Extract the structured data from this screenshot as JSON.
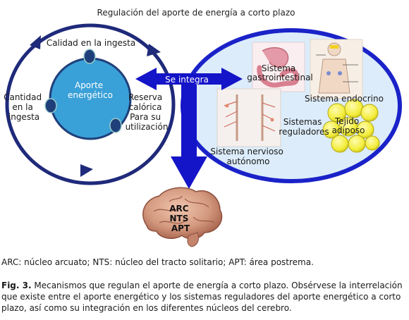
{
  "title": "Regulación del aporte de energía a corto plazo",
  "left_cycle": {
    "center_label": [
      "Aporte",
      "energético"
    ],
    "quality_label": "Calidad en la ingesta",
    "quantity_label": [
      "Cantidad",
      "en la",
      "ingesta"
    ],
    "reserve_label": [
      "Reserva",
      "calórica",
      "Para su",
      "utilización"
    ]
  },
  "integrate_label": "Se integra",
  "right_systems": {
    "gastro_label": [
      "Sistema",
      "gastrointestinal"
    ],
    "endocrine_label": "Sistema endocrino",
    "regulators_label": [
      "Sistemas",
      "reguladores"
    ],
    "adipose_label": [
      "Tejido",
      "adiposo"
    ],
    "nervous_label": [
      "Sistema nervioso",
      "autónomo"
    ]
  },
  "brain_labels": [
    "ARC",
    "NTS",
    "APT"
  ],
  "abbreviations": "ARC: núcleo arcuato; NTS: núcleo del tracto solitario; APT: área postrema.",
  "caption": {
    "prefix": "Fig. 3.",
    "text": " Mecanismos que regulan el aporte de energía a corto plazo. Obsérvese la interrelación que existe entre el aporte energético y los sistemas reguladores del aporte energético a corto plazo, así como su integración en los diferentes núcleos del cerebro."
  },
  "colors": {
    "navy": "#1f2a7a",
    "arrow_blue": "#1414c8",
    "center_fill": "#3aa0d8",
    "node_fill": "#1f3f7a",
    "right_oval_fill": "#dcecfa",
    "right_oval_stroke": "#1a22c8",
    "fat_yellow": "#f3ee3a",
    "brain_pink": "#d49a80"
  }
}
